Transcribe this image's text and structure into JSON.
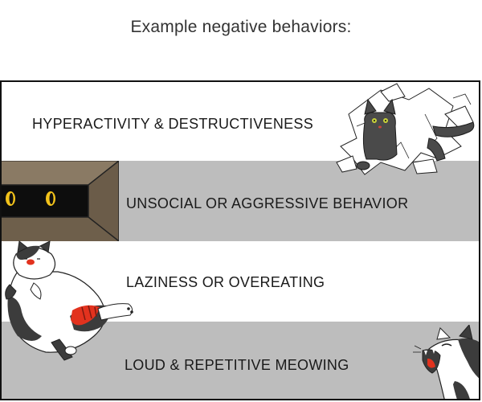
{
  "heading": "Example negative behaviors:",
  "behaviors": [
    {
      "label": "HYPERACTIVITY & DESTRUCTIVENESS",
      "illustration": "cat-shredding-paper-icon"
    },
    {
      "label": "UNSOCIAL OR AGGRESSIVE BEHAVIOR",
      "illustration": "eyes-in-dark-box-icon"
    },
    {
      "label": "LAZINESS OR OVEREATING",
      "illustration": "fat-cat-lying-icon"
    },
    {
      "label": "LOUD & REPETITIVE MEOWING",
      "illustration": "meowing-cat-icon"
    }
  ],
  "colors": {
    "band_gray": "#bdbdbd",
    "box_brown": "#7a6a55",
    "eye_yellow": "#f2c21b",
    "accent_red": "#e2321e"
  }
}
